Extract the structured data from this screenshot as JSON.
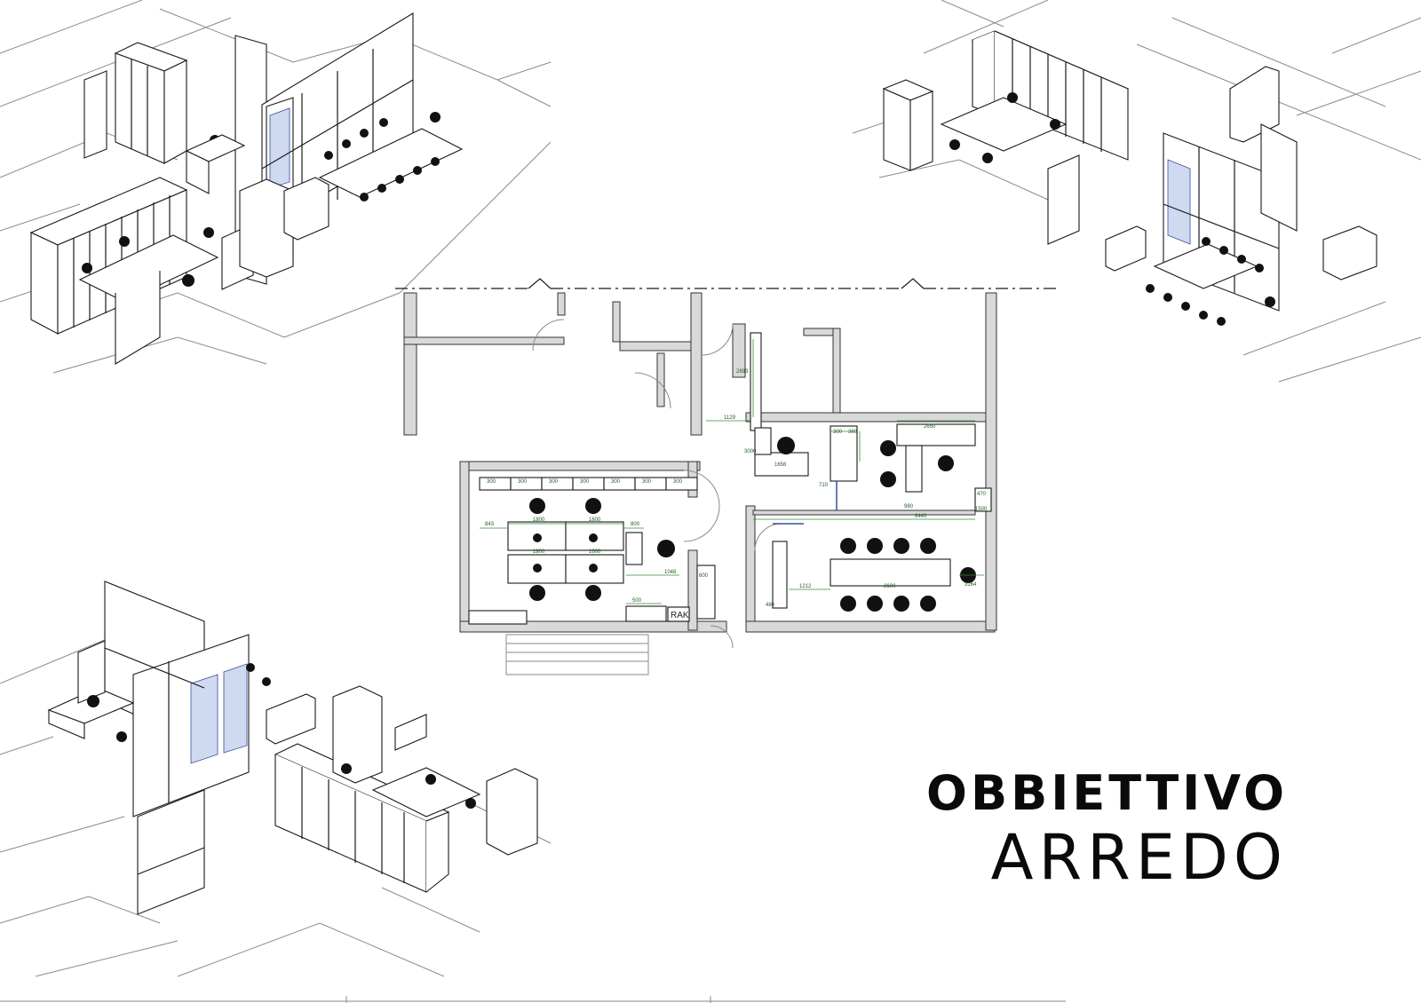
{
  "brand": {
    "line1": "Obbiettivo",
    "line2": "ARREDO"
  },
  "plan_labels": {
    "rack": "RAK",
    "dims": [
      "300",
      "300",
      "300",
      "300",
      "300",
      "300",
      "300",
      "843",
      "1800",
      "1600",
      "800",
      "1048",
      "1800",
      "1600",
      "500",
      "600",
      "1656",
      "1129",
      "2893",
      "3000",
      "6440",
      "1212",
      "2600",
      "3164",
      "2650",
      "360",
      "300",
      "710",
      "480",
      "470",
      "1500",
      "980"
    ]
  },
  "colors": {
    "ink": "#1a1a1a",
    "dimension": "#3a8a3a",
    "glass": "#3a4f9a",
    "wall_hatch": "#d9d9d9"
  }
}
